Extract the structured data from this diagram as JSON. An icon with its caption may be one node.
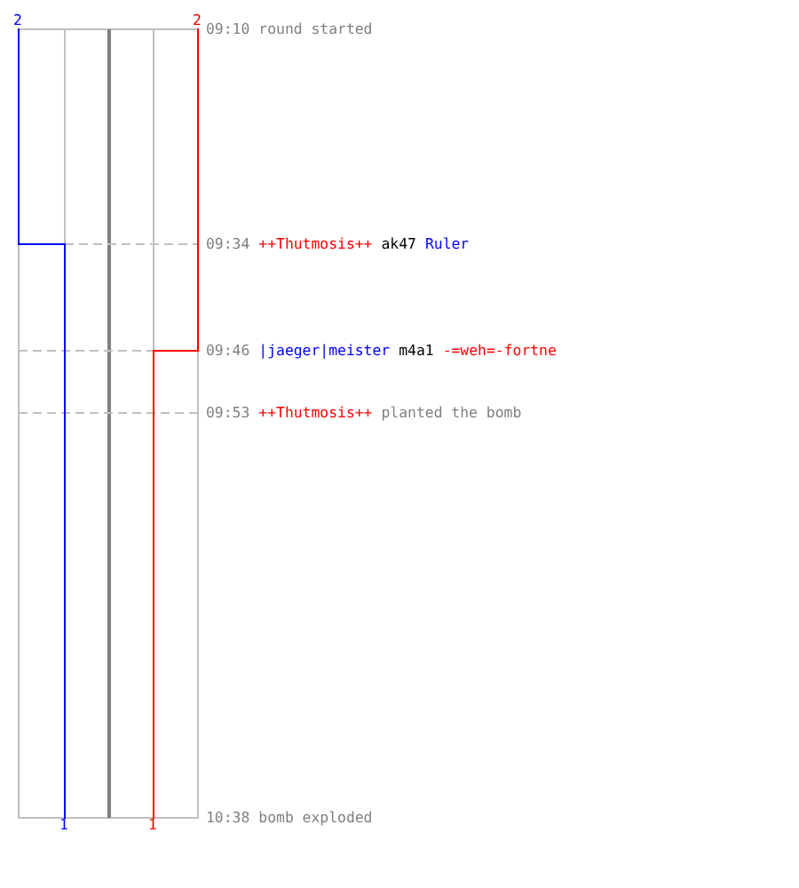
{
  "diagram": {
    "labels": [
      "2",
      "2",
      "09:10",
      "round started",
      "09:34",
      "++Thutmosis++",
      "ak47",
      "Ruler",
      "09:46",
      "|jaeger|meister",
      "m4a1",
      "-=weh=-fortne",
      "09:53",
      "++Thutmosis++",
      "planted the bomb",
      "1",
      "1",
      "10:38",
      "bomb exploded"
    ]
  }
}
